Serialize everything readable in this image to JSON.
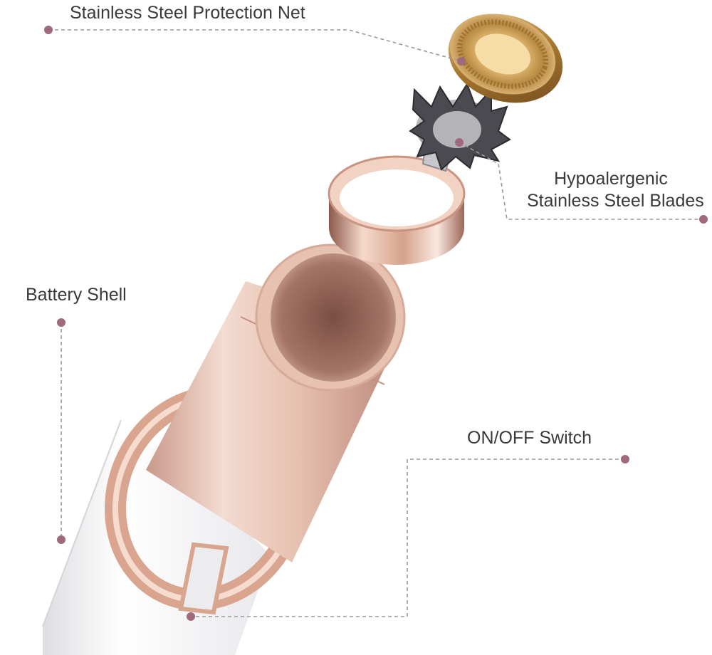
{
  "labels": {
    "protection_net": "Stainless Steel Protection Net",
    "blades_line1": "Hypoalergenic",
    "blades_line2": "Stainless Steel Blades",
    "battery_shell": "Battery Shell",
    "switch": "ON/OFF Switch"
  },
  "colors": {
    "callout": "#a06a7e",
    "rose_gold": "#e7c2b1",
    "gold": "#c9a25a",
    "body_white": "#f4f4f6"
  }
}
